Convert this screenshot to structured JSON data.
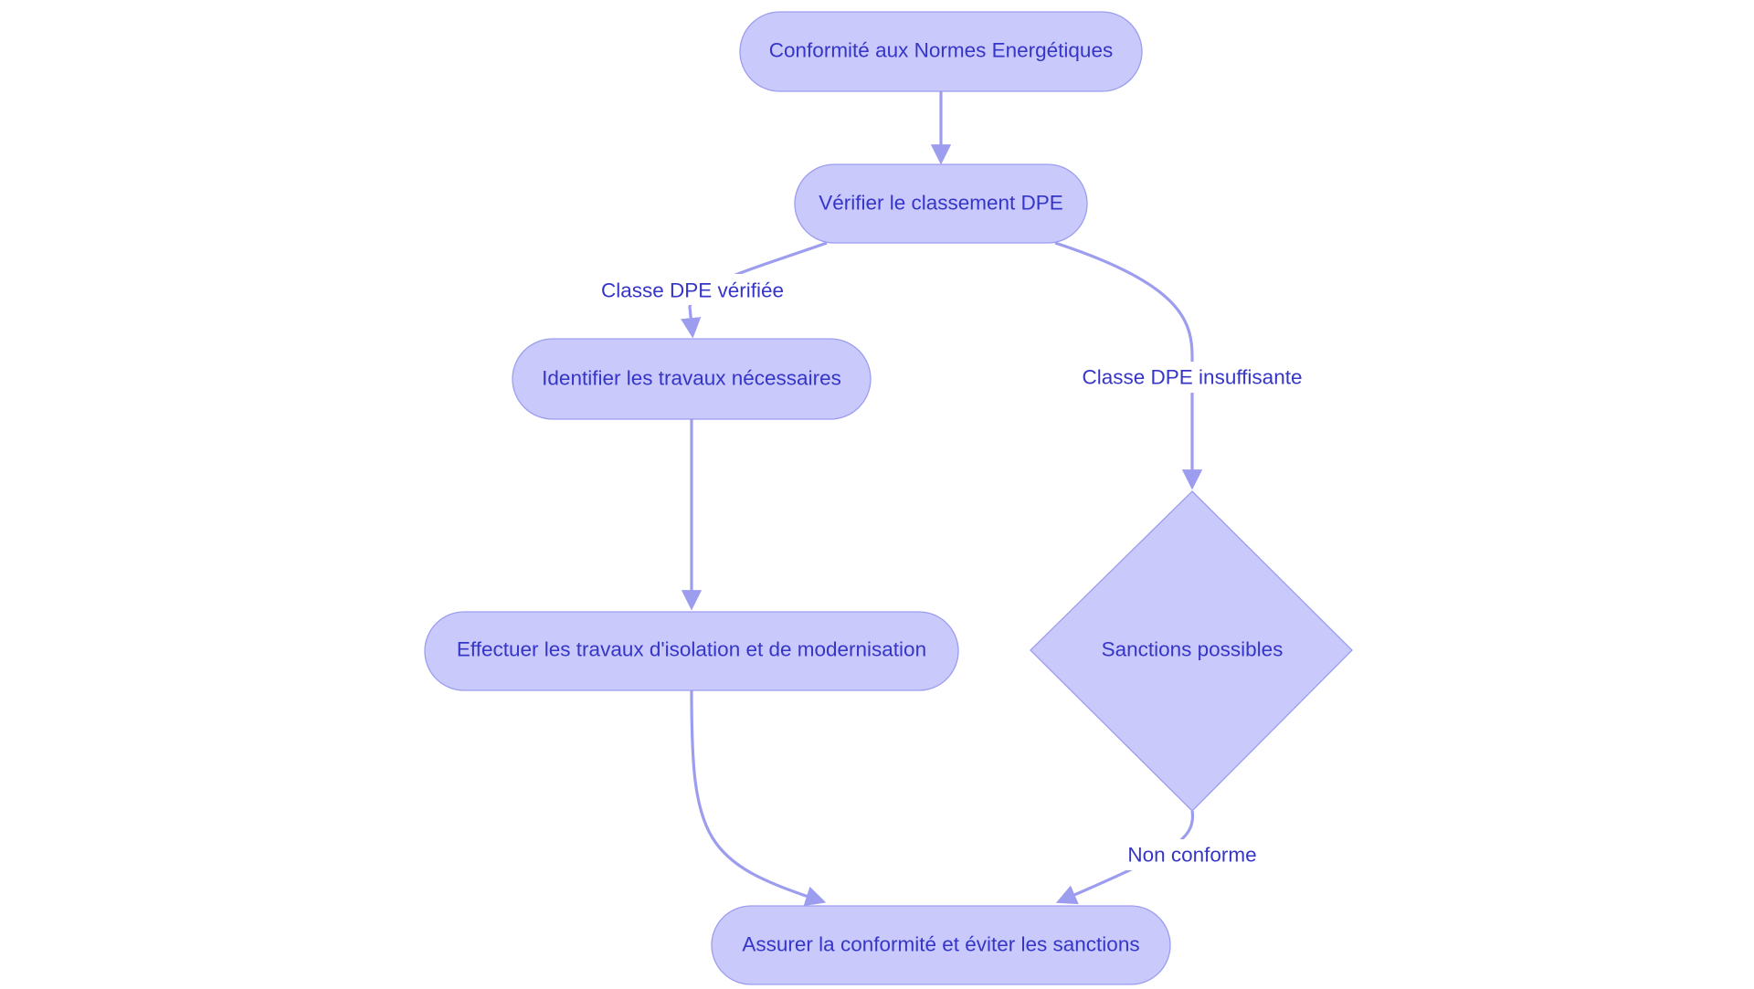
{
  "colors": {
    "node_fill": "#c9c9fb",
    "node_stroke": "#9d9df0",
    "edge": "#9d9df0",
    "text": "#3535c8",
    "background": "#ffffff"
  },
  "nodes": {
    "conformite_normes": {
      "label": "Conformité aux Normes Energétiques",
      "shape": "rounded"
    },
    "verifier_dpe": {
      "label": "Vérifier le classement DPE",
      "shape": "rounded"
    },
    "identifier_travaux": {
      "label": "Identifier les travaux nécessaires",
      "shape": "rounded"
    },
    "effectuer_travaux": {
      "label": "Effectuer les travaux d'isolation et de modernisation",
      "shape": "rounded"
    },
    "sanctions_possibles": {
      "label": "Sanctions possibles",
      "shape": "diamond"
    },
    "assurer_conformite": {
      "label": "Assurer la conformité et éviter les sanctions",
      "shape": "rounded"
    }
  },
  "edges": {
    "normes_to_verifier": {
      "from": "conformite_normes",
      "to": "verifier_dpe",
      "label": ""
    },
    "verifier_to_identifier": {
      "from": "verifier_dpe",
      "to": "identifier_travaux",
      "label": "Classe DPE vérifiée"
    },
    "verifier_to_sanctions": {
      "from": "verifier_dpe",
      "to": "sanctions_possibles",
      "label": "Classe DPE insuffisante"
    },
    "identifier_to_effectuer": {
      "from": "identifier_travaux",
      "to": "effectuer_travaux",
      "label": ""
    },
    "effectuer_to_assurer": {
      "from": "effectuer_travaux",
      "to": "assurer_conformite",
      "label": ""
    },
    "sanctions_to_assurer": {
      "from": "sanctions_possibles",
      "to": "assurer_conformite",
      "label": "Non conforme"
    }
  }
}
